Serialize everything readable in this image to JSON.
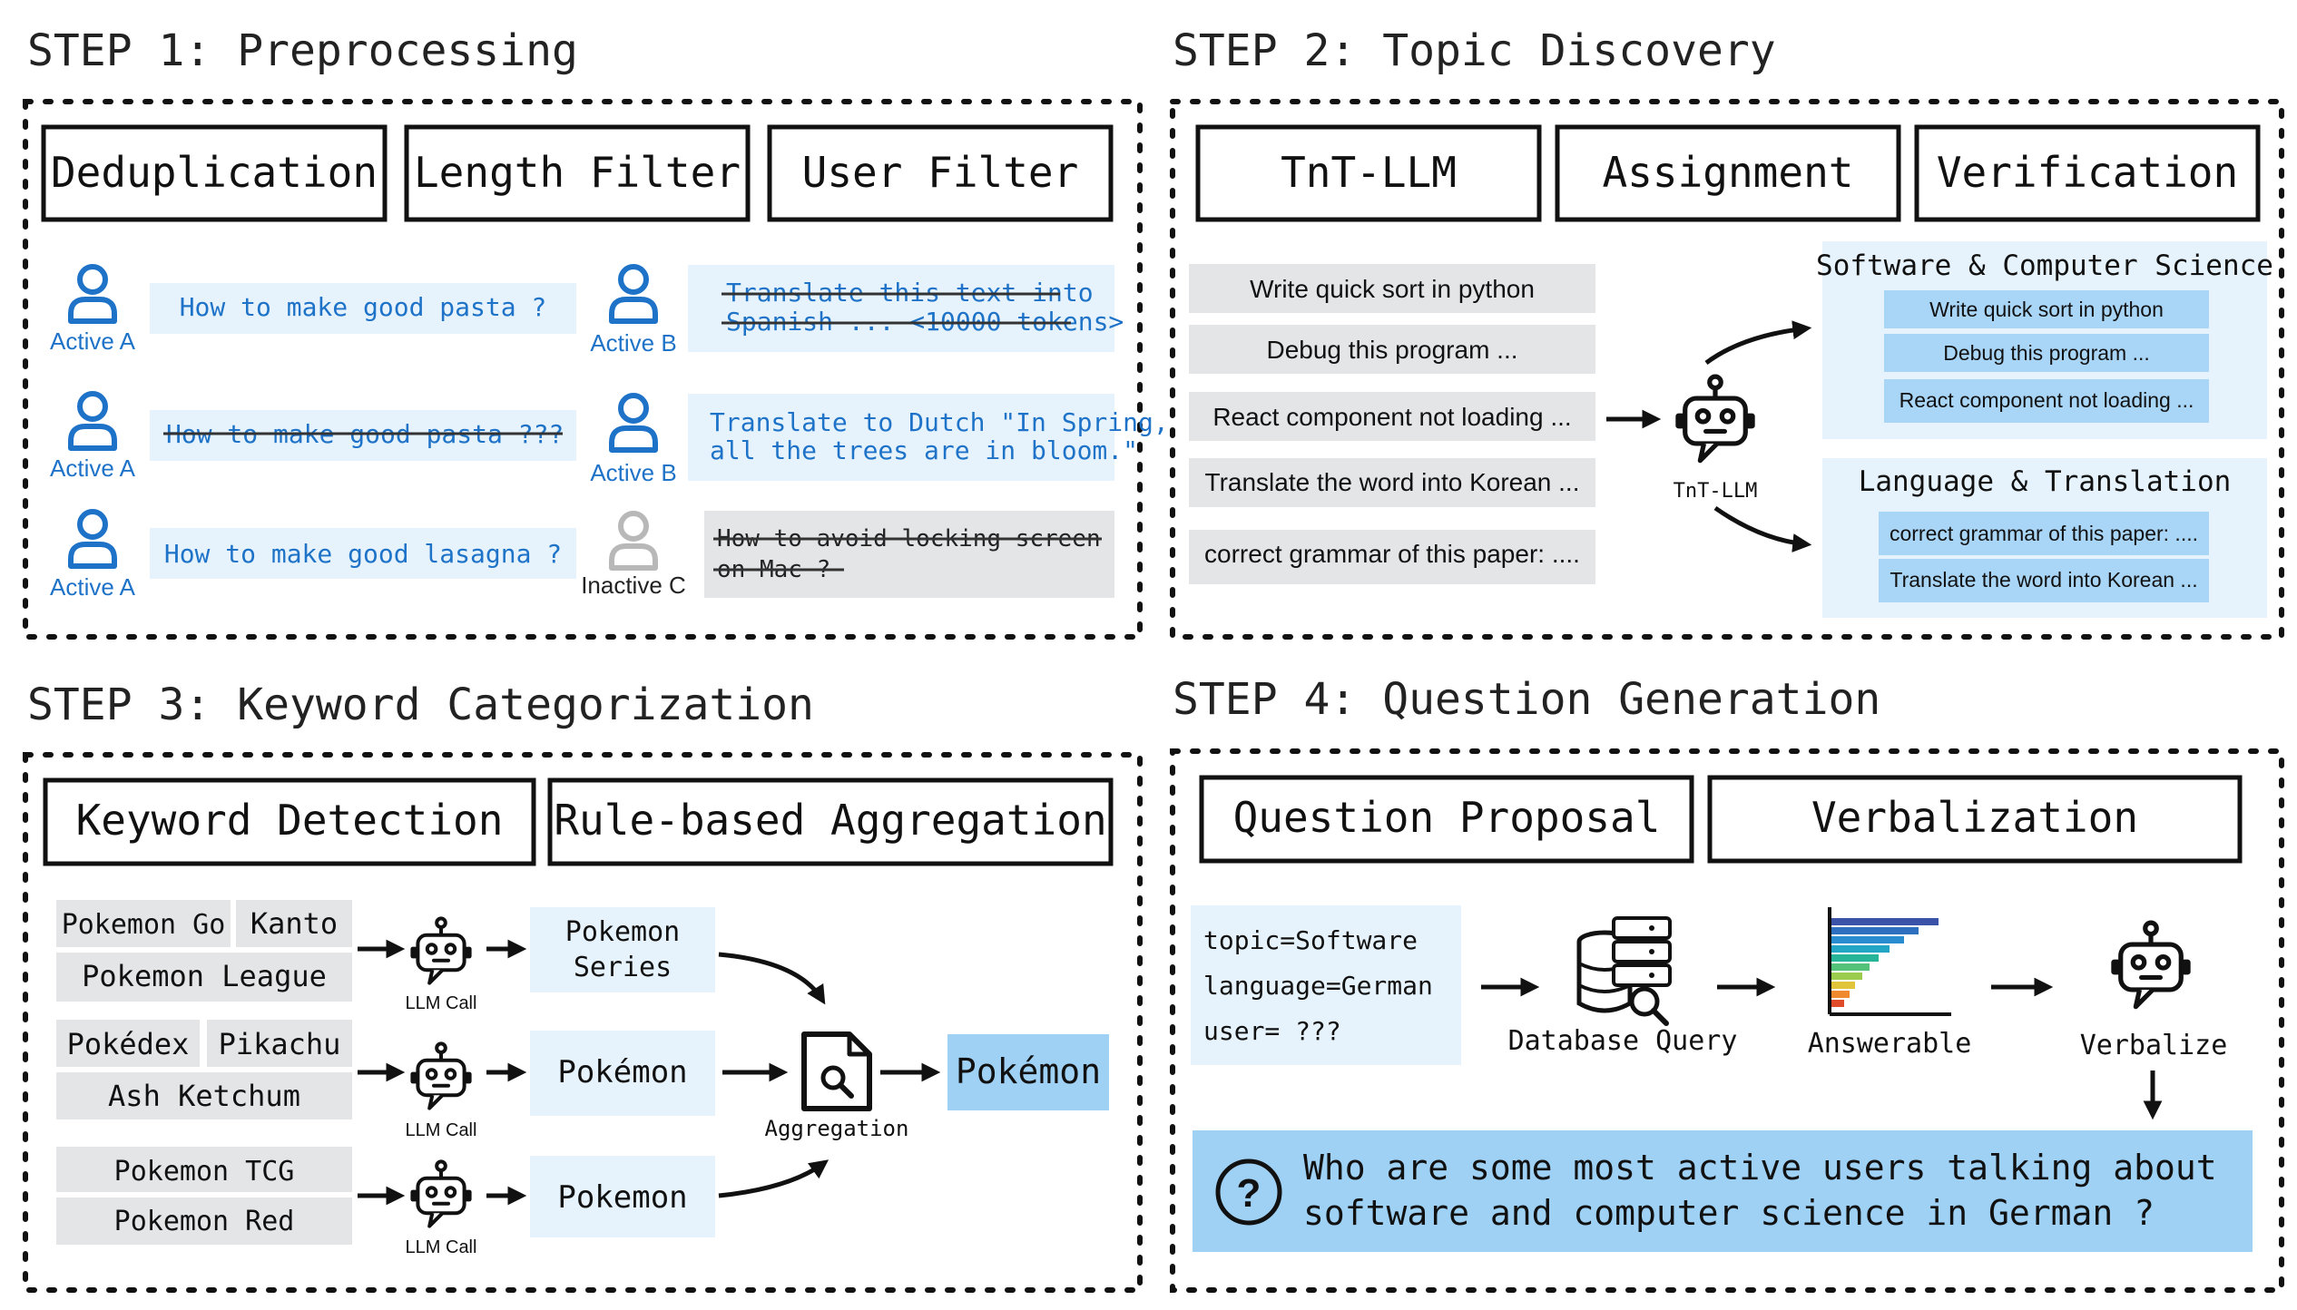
{
  "steps": {
    "s1": "STEP 1: Preprocessing",
    "s2": "STEP 2: Topic Discovery",
    "s3": "STEP 3: Keyword Categorization",
    "s4": "STEP 4: Question Generation"
  },
  "step1": {
    "headers": [
      "Deduplication",
      "Length Filter",
      "User Filter"
    ],
    "users": [
      "Active A",
      "Active A",
      "Active A",
      "Active B",
      "Active B",
      "Inactive C"
    ],
    "dedup": {
      "q1": "How to make good pasta ?",
      "q2": "How to make good pasta ???",
      "q3": "How to make good lasagna ?"
    },
    "length": {
      "t1_line1": "Translate this text into",
      "t1_line2": "Spanish ... <10000 tokens>",
      "t2_line1": "Translate to Dutch \"In Spring,",
      "t2_line2": "all the trees are in bloom.\""
    },
    "inactive": {
      "line1": "How to avoid locking screen",
      "line2": "on Mac ?"
    }
  },
  "step2": {
    "headers": [
      "TnT-LLM",
      "Assignment",
      "Verification"
    ],
    "queries": [
      "Write quick sort in python",
      "Debug this program  ...",
      "React component not loading ...",
      "Translate the word into Korean ...",
      "correct grammar of  this paper: ...."
    ],
    "robot_label": "TnT-LLM",
    "topic1": {
      "title": "Software & Computer Science",
      "items": [
        "Write quick sort in python",
        "Debug this program  ...",
        "React component not loading ..."
      ]
    },
    "topic2": {
      "title": "Language & Translation",
      "items": [
        "correct grammar of  this paper: ....",
        "Translate the word into Korean ..."
      ]
    }
  },
  "step3": {
    "headers": [
      "Keyword Detection",
      "Rule-based Aggregation"
    ],
    "keywords": {
      "pokemon_go": "Pokemon Go",
      "kanto": "Kanto",
      "pokemon_league": "Pokemon League",
      "pokedex": "Pokédex",
      "pikachu": "Pikachu",
      "ash": "Ash Ketchum",
      "tcg": "Pokemon TCG",
      "red": "Pokemon Red"
    },
    "llm_call": "LLM Call",
    "out1_line1": "Pokemon",
    "out1_line2": "Series",
    "out2": "Pokémon",
    "out3": "Pokemon",
    "aggregation": "Aggregation",
    "final": "Pokémon"
  },
  "step4": {
    "headers": [
      "Question Proposal",
      "Verbalization"
    ],
    "params": [
      "topic=Software",
      "language=German",
      "user= ???"
    ],
    "db_label": "Database Query",
    "answerable_label": "Answerable",
    "verbalize_label": "Verbalize",
    "question_line1": "Who are some most active users talking about",
    "question_line2": "software and computer science in German ?"
  },
  "colors": {
    "light_blue": "#e6f3fc",
    "mid_blue": "#a9d5f7",
    "strong_blue": "#9fd1f5",
    "gray_box": "#e4e5e7",
    "active_blue": "#1e73c8",
    "inactive_gray": "#b8b8b8"
  },
  "icons": [
    "user-icon",
    "robot-icon",
    "document-search-icon",
    "database-icon",
    "bar-chart-icon",
    "question-icon"
  ]
}
